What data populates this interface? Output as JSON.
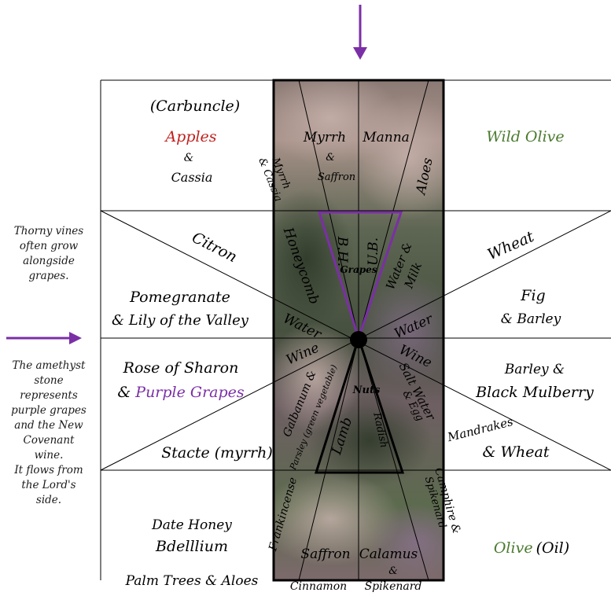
{
  "colors": {
    "red": "#c0211f",
    "green": "#4a7a2e",
    "purple": "#7b2fa6",
    "black": "#000000"
  },
  "notes": {
    "left_top": [
      "Thorny vines",
      "often grow",
      "alongside",
      "grapes."
    ],
    "left_bottom": [
      "The amethyst",
      "stone",
      "represents",
      "purple grapes",
      "and the New",
      "Covenant",
      "wine.",
      "It flows from",
      "the Lord's",
      "side."
    ]
  },
  "cells": {
    "tl_carbuncle": "(Carbuncle)",
    "tl_apples": "Apples",
    "tl_amp": "&",
    "tl_cassia": "Cassia",
    "tr_wild_olive": "Wild Olive",
    "ml_citron": "Citron",
    "ml_pomegranate": "Pomegranate",
    "ml_lily": "& Lily of the Valley",
    "mr_wheat": "Wheat",
    "mr_fig": "Fig",
    "mr_barley": "& Barley",
    "lml_rose": "Rose of Sharon",
    "lml_amp": "& ",
    "lml_purple_grapes": "Purple Grapes",
    "lml_stacte": "Stacte (myrrh)",
    "lmr_barley": "Barley &",
    "lmr_mulberry": "Black Mulberry",
    "lmr_mandrakes": "Mandrakes",
    "lmr_wheat": "& Wheat",
    "bl_date_honey": "Date Honey",
    "bl_bdellium": "Bdelllium",
    "bl_palm": "Palm Trees & Aloes",
    "br_olive": "Olive",
    "br_oil": "(Oil)"
  },
  "center": {
    "myrrh": "Myrrh",
    "myrrh_amp": "&",
    "saffron_top": "Saffron",
    "manna": "Manna",
    "aloes": "Aloes",
    "myrrh_cassia_1": "Myrrh",
    "myrrh_cassia_2": "& Cassia",
    "bh": "B.H.",
    "ub": "U.B.",
    "grapes": "Grapes",
    "honeycomb": "Honeycomb",
    "water_milk_1": "Water &",
    "water_milk_2": "Milk",
    "water_left": "Water",
    "water_right": "Water",
    "wine_left": "Wine",
    "wine_right": "Wine",
    "galbanum_1": "Galbanum &",
    "galbanum_2": "Parsley (green vegetable)",
    "nuts": "Nuts",
    "salt_water_1": "Salt Water",
    "salt_water_2": "& Egg",
    "lamb": "Lamb",
    "radish": "Radish",
    "frankincense": "Frankincense",
    "camphire_1": "Camphire &",
    "camphire_2": "Spikenard",
    "saffron_bottom": "Saffron",
    "cinnamon": "Cinnamon",
    "calamus": "Calamus",
    "calamus_amp": "&",
    "spikenard": "Spikenard"
  }
}
